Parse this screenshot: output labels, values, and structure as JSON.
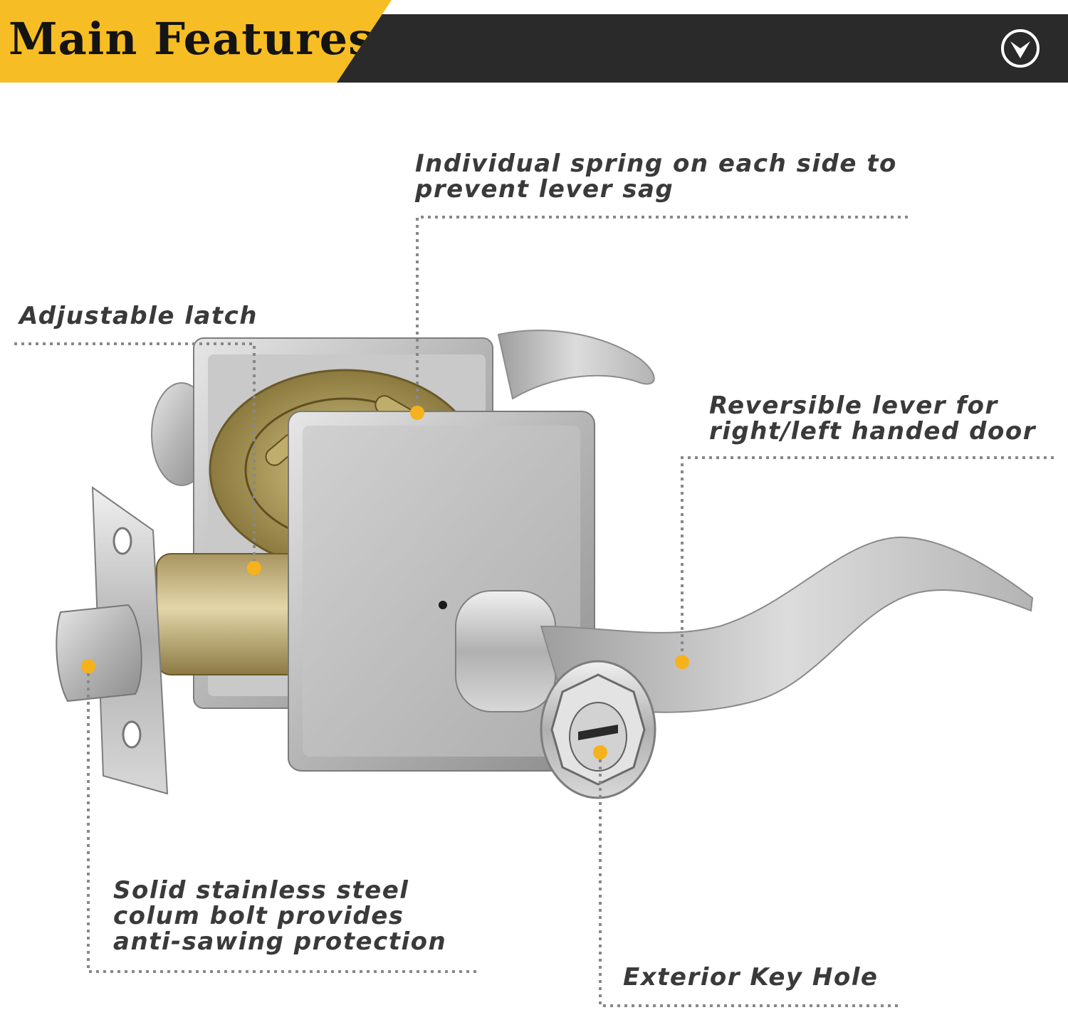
{
  "header": {
    "title": "Main Features",
    "menu_icon": "chevron-down-circle-icon",
    "accent_color": "#f7bd24",
    "bar_color": "#2a2a2a"
  },
  "features": {
    "spring": {
      "lines": [
        "Individual spring on each side to",
        "prevent lever sag"
      ]
    },
    "latch": {
      "lines": [
        "Adjustable latch"
      ]
    },
    "lever": {
      "lines": [
        "Reversible lever for",
        "right/left handed door"
      ]
    },
    "bolt": {
      "lines": [
        "Solid stainless steel",
        "colum bolt provides",
        "anti-sawing protection"
      ]
    },
    "keyhole": {
      "lines": [
        "Exterior Key Hole"
      ]
    }
  },
  "colors": {
    "marker": "#f6b21c",
    "leader": "#888888",
    "text": "#3a3a3a"
  }
}
